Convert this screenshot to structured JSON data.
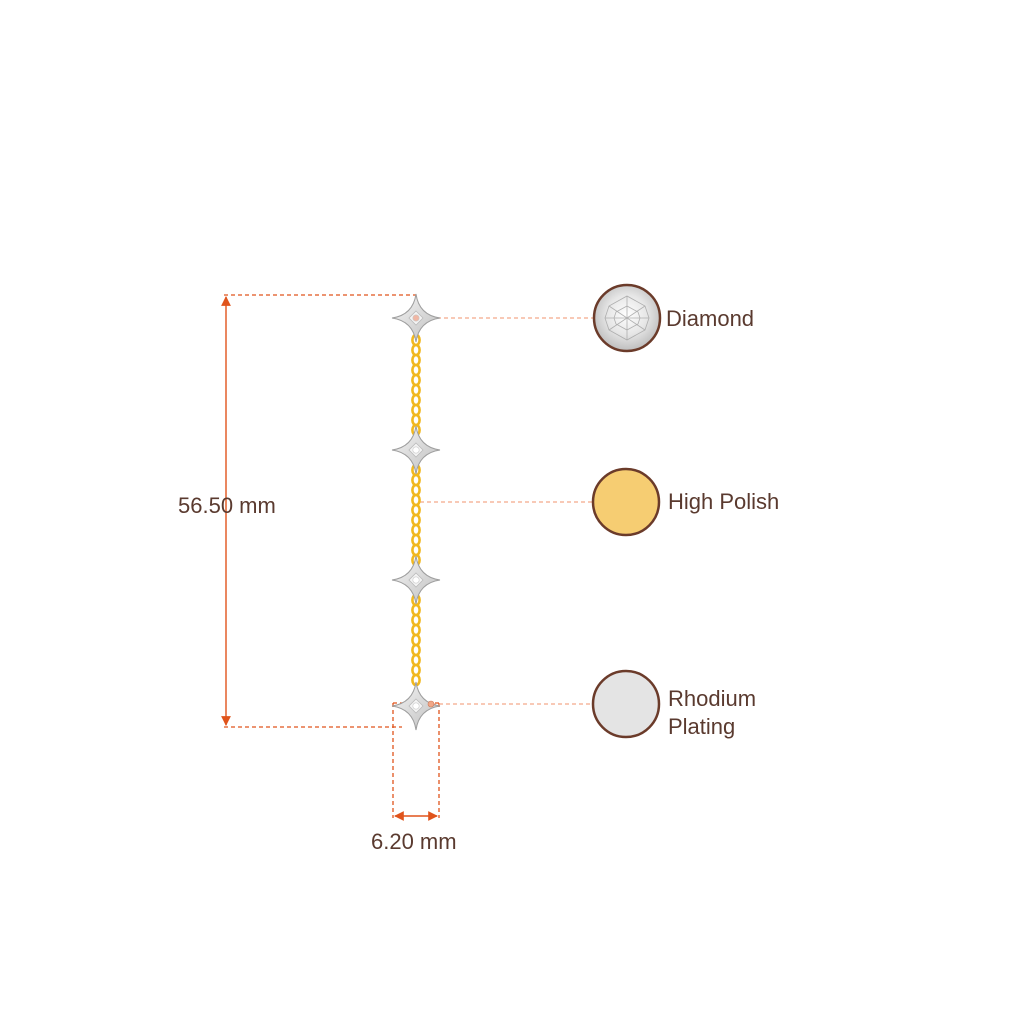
{
  "dimensions": {
    "height": "56.50 mm",
    "width": "6.20 mm"
  },
  "materials": [
    {
      "label": "Diamond",
      "swatch": "diamond",
      "color": "#e9e9e9"
    },
    {
      "label": "High Polish",
      "swatch": "gold",
      "color": "#f6cd72"
    },
    {
      "label": "Rhodium\nPlating",
      "swatch": "rhodium",
      "color": "#e4e4e4"
    }
  ],
  "colors": {
    "dimension_line": "#e0541c",
    "leader_line": "#f4a98a",
    "swatch_border": "#6b3b2a",
    "text": "#5a3a2f",
    "chain_gold": "#f1b81f",
    "motif_silver": "#d9d9d9"
  }
}
